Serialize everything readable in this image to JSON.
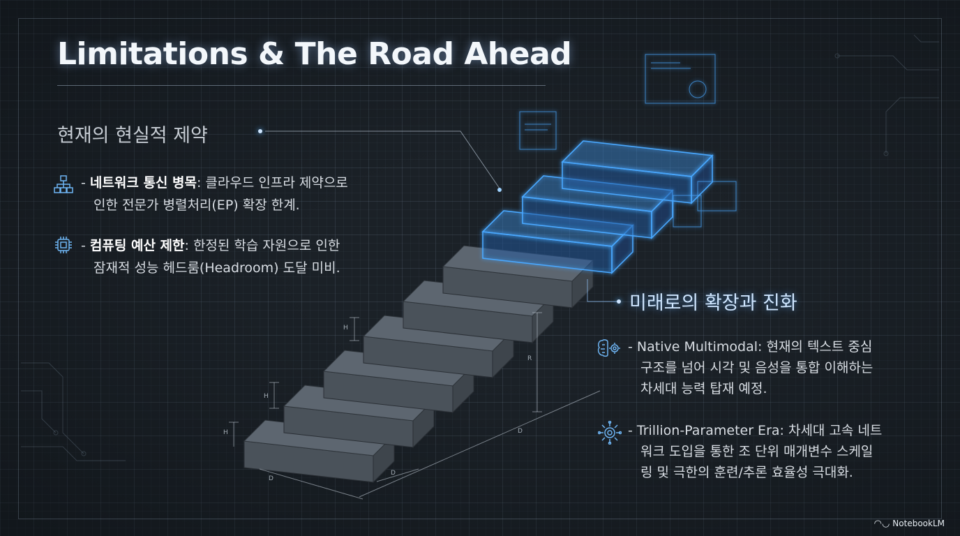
{
  "title": "Limitations & The Road Ahead",
  "left_section": {
    "heading": "현재의 현실적 제약",
    "items": [
      {
        "icon": "network-hierarchy-icon",
        "bullet": "- ",
        "bold": "네트워크 통신 병목",
        "text_line1": ": 클라우드 인프라 제약으로",
        "text_line2": "인한 전문가 병렬처리(EP) 확장 한계."
      },
      {
        "icon": "chip-icon",
        "bullet": "- ",
        "bold": "컴퓨팅 예산 제한",
        "text_line1": ": 한정된 학습 자원으로 인한",
        "text_line2": "잠재적 성능 헤드룸(Headroom) 도달 미비."
      }
    ]
  },
  "right_section": {
    "heading": "미래로의 확장과 진화",
    "items": [
      {
        "icon": "brain-gear-icon",
        "bullet": "- ",
        "text_line1": "Native Multimodal: 현재의 텍스트 중심",
        "text_line2": "구조를 넘어 시각 및 음성을 통합 이해하는",
        "text_line3": "차세대 능력 탑재 예정."
      },
      {
        "icon": "neural-chip-icon",
        "bullet": "- ",
        "text_line1": "Trillion-Parameter Era: 차세대 고속 네트",
        "text_line2": "워크 도입을 통한 조 단위 매개변수 스케일",
        "text_line3": "링 및 극한의 훈련/추론 효율성 극대화."
      }
    ]
  },
  "diagram": {
    "dimension_labels": [
      "H",
      "H",
      "H",
      "R",
      "D",
      "D",
      "D"
    ],
    "accent_color": "#4aa8ff",
    "stone_color": "#5d6670"
  },
  "brand": "NotebookLM"
}
